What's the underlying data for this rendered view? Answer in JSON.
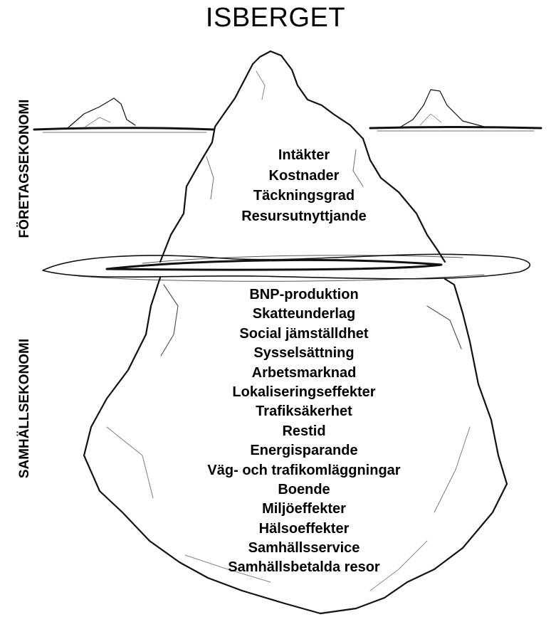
{
  "title": "ISBERGET",
  "side_labels": {
    "above_water": "FÖRETAGSEKONOMI",
    "below_water": "SAMHÄLLSEKONOMI"
  },
  "above_water_items": [
    "Intäkter",
    "Kostnader",
    "Täckningsgrad",
    "Resursutnyttjande"
  ],
  "below_water_items": [
    "BNP-produktion",
    "Skatteunderlag",
    "Social jämställdhet",
    "Sysselsättning",
    "Arbetsmarknad",
    "Lokaliseringseffekter",
    "Trafiksäkerhet",
    "Restid",
    "Energisparande",
    "Väg- och trafikomläggningar",
    "Boende",
    "Miljöeffekter",
    "Hälsoeffekter",
    "Samhällsservice",
    "Samhällsbetalda resor"
  ]
}
